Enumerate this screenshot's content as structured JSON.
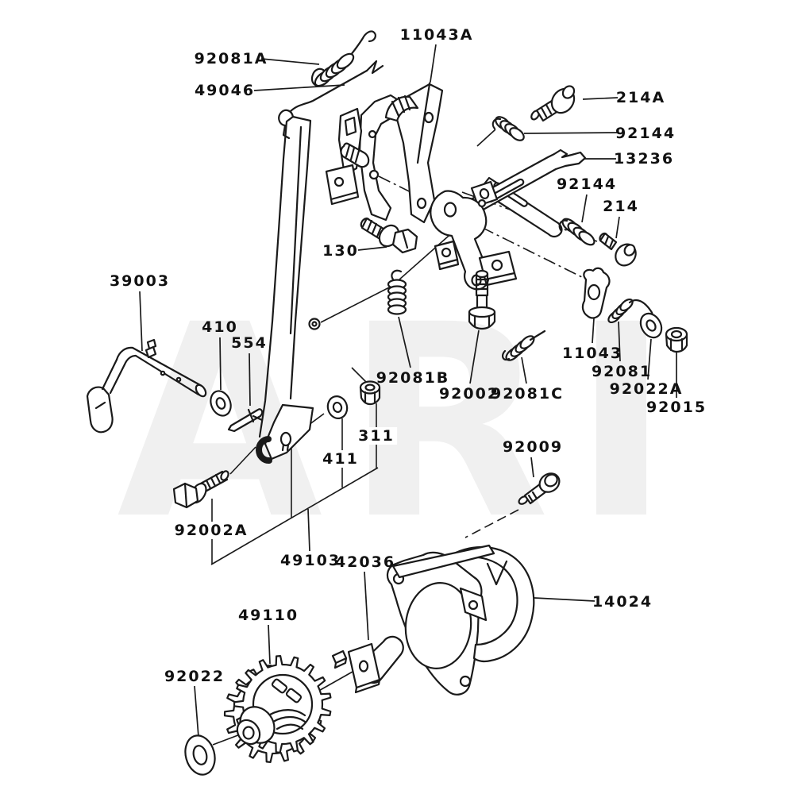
{
  "watermark": {
    "text": "ARI",
    "color": "#f0f0f0"
  },
  "colors": {
    "background": "#ffffff",
    "line": "#1a1a1a"
  },
  "parts": [
    {
      "label": "92081A",
      "shape": "spring"
    },
    {
      "label": "49046",
      "shape": "link-rod"
    },
    {
      "label": "11043A",
      "shape": "anchor-plate"
    },
    {
      "label": "214A",
      "shape": "bolt"
    },
    {
      "label": "92144",
      "shape": "spring"
    },
    {
      "label": "13236",
      "shape": "governor-arm"
    },
    {
      "label": "92144",
      "shape": "spring"
    },
    {
      "label": "214",
      "shape": "bolt"
    },
    {
      "label": "130",
      "shape": "bolt"
    },
    {
      "label": "39003",
      "shape": "control-rod"
    },
    {
      "label": "410",
      "shape": "washer"
    },
    {
      "label": "554",
      "shape": "pin"
    },
    {
      "label": "92081B",
      "shape": "spring"
    },
    {
      "label": "92002",
      "shape": "bolt"
    },
    {
      "label": "92081C",
      "shape": "spring"
    },
    {
      "label": "11043",
      "shape": "plate"
    },
    {
      "label": "92081",
      "shape": "spring"
    },
    {
      "label": "92022A",
      "shape": "washer"
    },
    {
      "label": "92015",
      "shape": "nut"
    },
    {
      "label": "311",
      "shape": "nut"
    },
    {
      "label": "411",
      "shape": "washer"
    },
    {
      "label": "92002A",
      "shape": "bolt"
    },
    {
      "label": "49103",
      "shape": "control-lever"
    },
    {
      "label": "42036",
      "shape": "collar"
    },
    {
      "label": "92009",
      "shape": "bolt"
    },
    {
      "label": "14024",
      "shape": "cover"
    },
    {
      "label": "49110",
      "shape": "gear"
    },
    {
      "label": "92022",
      "shape": "washer"
    }
  ]
}
